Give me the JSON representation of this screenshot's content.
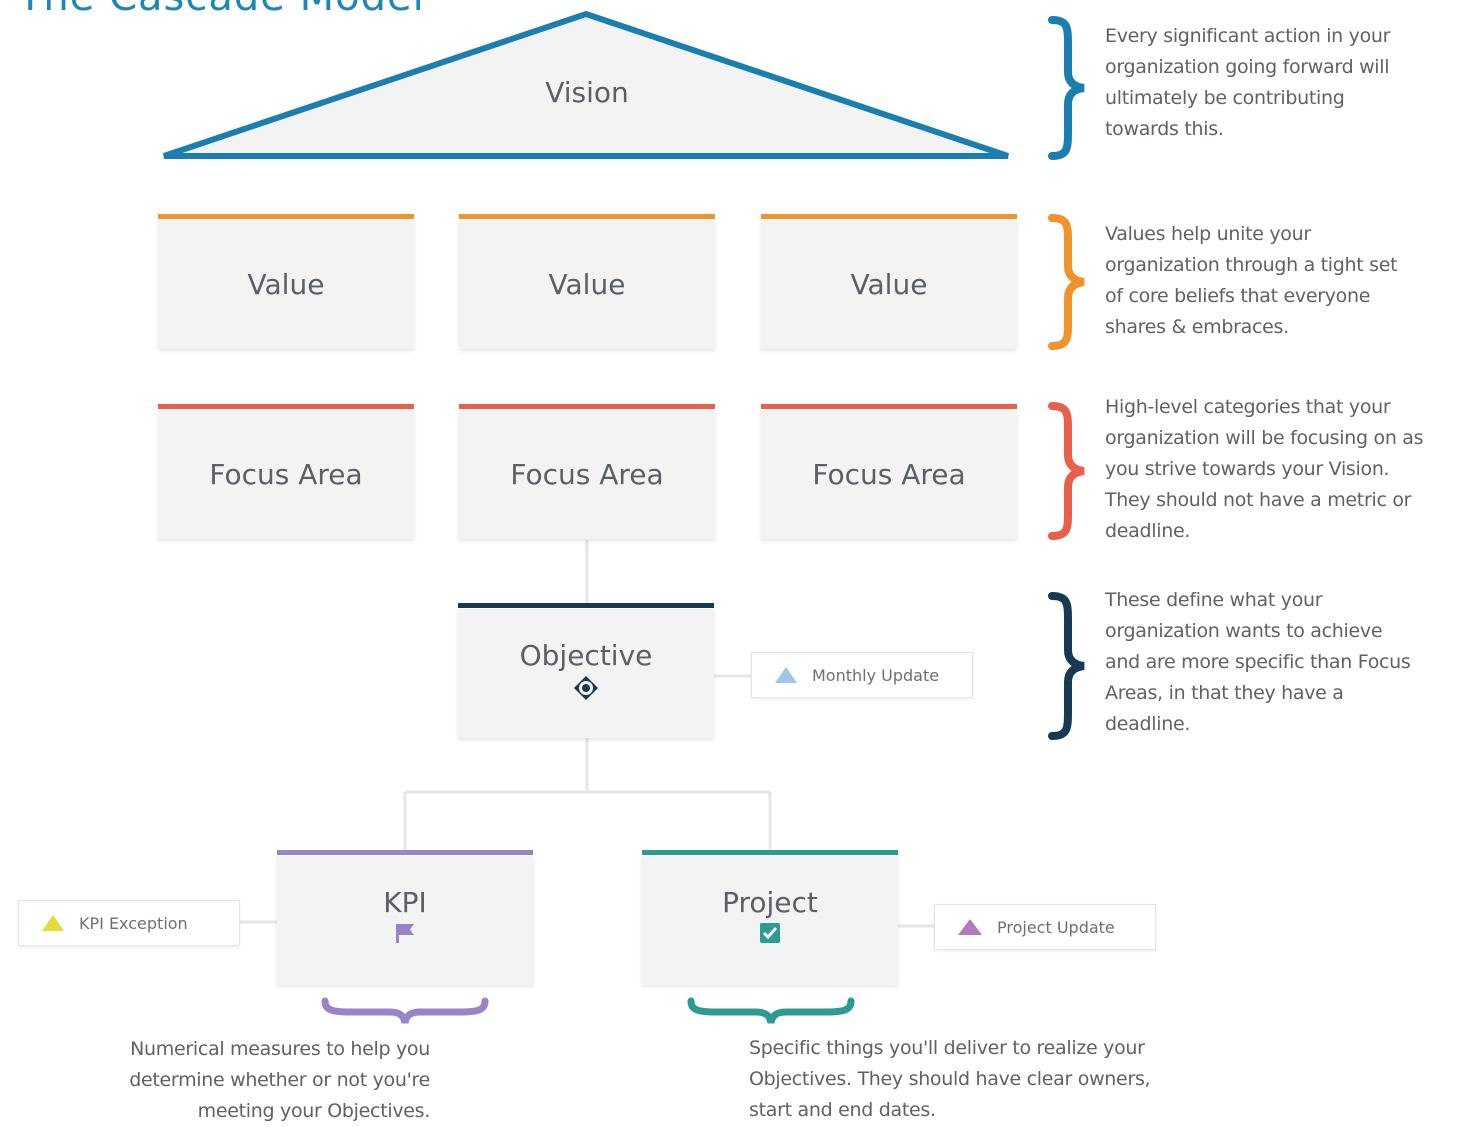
{
  "title": "The Cascade Model",
  "vision": {
    "label": "Vision"
  },
  "values": [
    {
      "label": "Value"
    },
    {
      "label": "Value"
    },
    {
      "label": "Value"
    }
  ],
  "focus_areas": [
    {
      "label": "Focus Area"
    },
    {
      "label": "Focus Area"
    },
    {
      "label": "Focus Area"
    }
  ],
  "objective": {
    "label": "Objective",
    "icon": "target-icon"
  },
  "kpi": {
    "label": "KPI",
    "icon": "flag-icon"
  },
  "project": {
    "label": "Project",
    "icon": "checkbox-icon"
  },
  "tags": {
    "monthly": "Monthly Update",
    "kpi_exception": "KPI Exception",
    "project_update": "Project Update"
  },
  "descriptions": {
    "vision": [
      "Every significant action in your",
      "organization going forward will",
      "ultimately be contributing",
      "towards this."
    ],
    "values": [
      "Values help unite your",
      "organization through a tight set",
      "of core beliefs that everyone",
      "shares & embraces."
    ],
    "focus": [
      "High-level categories that your",
      "organization will be focusing on as",
      "you strive towards your Vision.",
      "They should not have a metric or",
      "deadline."
    ],
    "objective": [
      "These define what your",
      "organization wants to achieve",
      "and are more specific than Focus",
      "Areas, in that they have a",
      "deadline."
    ],
    "kpi": [
      "Numerical measures to help you",
      "determine whether or not you're",
      "meeting your Objectives."
    ],
    "project": [
      "Specific things you'll deliver to realize your",
      "Objectives. They should have clear owners,",
      "start and end dates."
    ]
  },
  "colors": {
    "vision": "#1a7fb0",
    "value": "#f0932b",
    "focus": "#e8604c",
    "objective": "#173a52",
    "kpi": "#9a84c9",
    "project": "#2b9b93",
    "monthly_triangle": "#9fc5e8",
    "kpi_triangle": "#e6d93a",
    "project_triangle": "#b27cc1"
  }
}
